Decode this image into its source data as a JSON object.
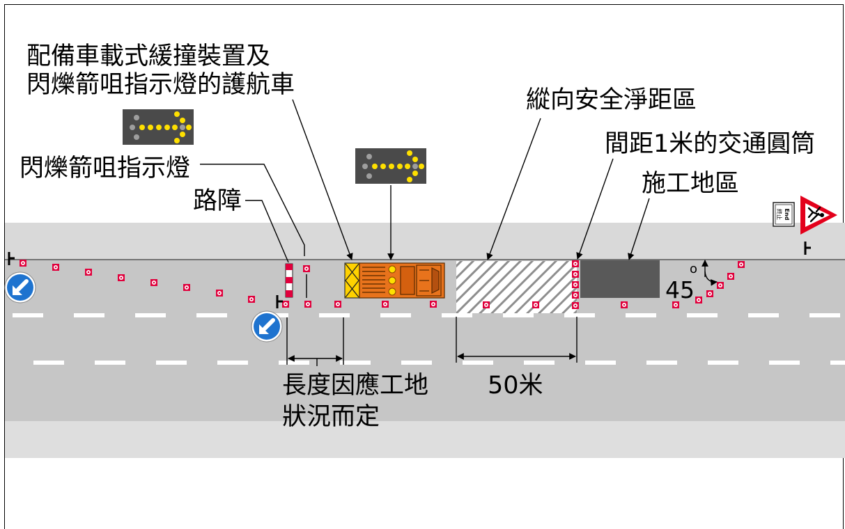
{
  "callouts": {
    "escort_vehicle_line_1": "配備車載式緩撞裝置及",
    "escort_vehicle_line_2": "閃爍箭咀指示燈的護航車",
    "flashing_arrow_sign": "閃爍箭咀指示燈",
    "barrier": "路障",
    "longitudinal_safety_zone": "縱向安全淨距區",
    "cones_1m_spacing": "間距1米的交通圓筒",
    "works_area": "施工地區"
  },
  "dimensions": {
    "site_length_line_1": "長度因應工地",
    "site_length_line_2": "狀況而定",
    "safety_zone_length": "50米",
    "taper_angle": "45",
    "degree_mark": "o"
  },
  "end_plate": {
    "english": "End",
    "chinese": "終止"
  },
  "icons": {
    "arrow_board": "flashing-arrow-board",
    "keep_left": "keep-left-sign",
    "road_works": "road-works-warning-sign",
    "cone": "traffic-cone",
    "barrier": "road-barrier",
    "vehicle": "escort-vehicle-with-crash-cushion"
  },
  "colors": {
    "road": "#c6c6c6",
    "verge": "#d9d9d9",
    "central_verge": "#dedede",
    "works_area": "#595959",
    "cone": "#e0003c",
    "arrow_lamp_on": "#ffe000",
    "keep_left_blue": "#1e73cf",
    "vehicle_body": "#e8731c",
    "crash_cushion": "#ffd200"
  }
}
